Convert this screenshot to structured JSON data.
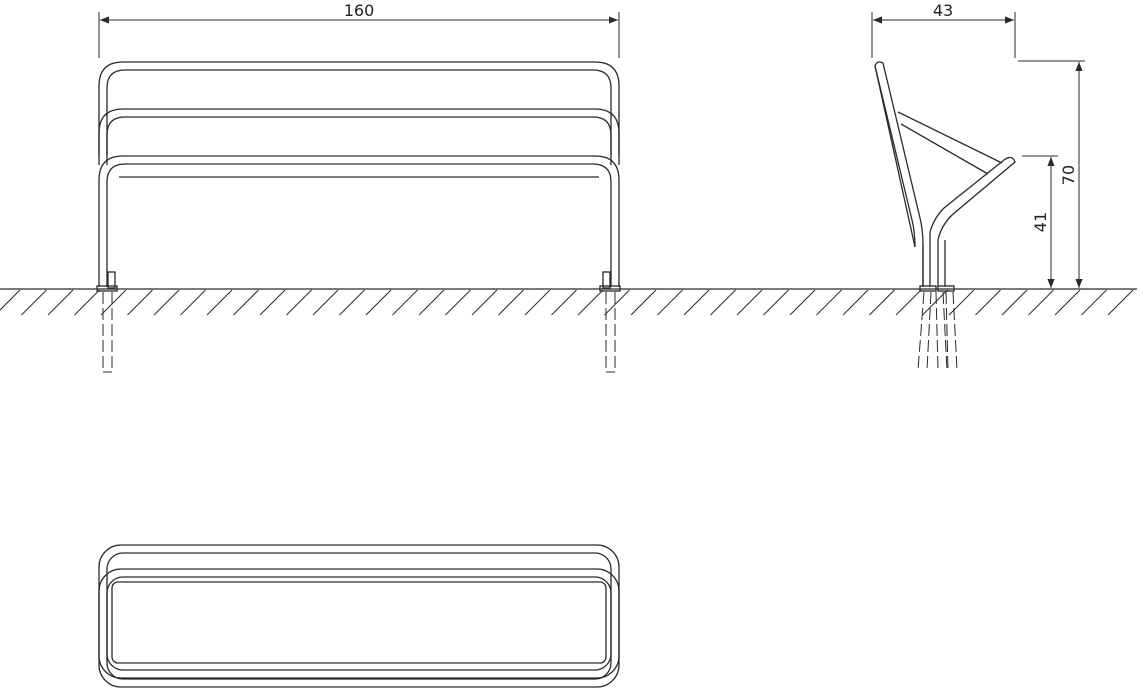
{
  "dimensions": {
    "front_width": "160",
    "side_depth": "43",
    "total_height": "70",
    "seat_height": "41"
  },
  "colors": {
    "line": "#2a2a2a",
    "background": "#ffffff"
  }
}
